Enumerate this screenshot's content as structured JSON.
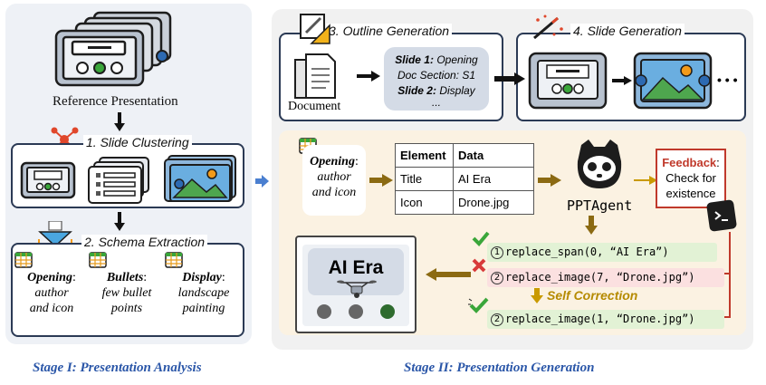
{
  "stage1": {
    "caption": "Stage I: Presentation Analysis",
    "reference_label": "Reference Presentation",
    "clustering_title": "1. Slide Clustering",
    "schema_title": "2. Schema Extraction",
    "schemas": [
      {
        "title": "Opening",
        "desc1": "author",
        "desc2": "and icon"
      },
      {
        "title": "Bullets",
        "desc1": "few bullet",
        "desc2": "points"
      },
      {
        "title": "Display",
        "desc1": "landscape",
        "desc2": "painting"
      }
    ]
  },
  "stage2": {
    "caption": "Stage II:  Presentation Generation",
    "outline_title": "3. Outline Generation",
    "slidegen_title": "4. Slide Generation",
    "document_label": "Document",
    "outline": {
      "s1_key": "Slide 1:",
      "s1_val": "Opening",
      "s1_sub": "Doc Section: S1",
      "s2_key": "Slide 2:",
      "s2_val": "Display",
      "ellipsis": "..."
    },
    "ellipsis": "• • •",
    "opening_card": {
      "title": "Opening",
      "colon": ":",
      "desc1": "author",
      "desc2": "and icon"
    },
    "table": {
      "headers": [
        "Element",
        "Data"
      ],
      "rows": [
        [
          "Title",
          "AI Era"
        ],
        [
          "Icon",
          "Drone.jpg"
        ]
      ]
    },
    "agent_label": "PPTAgent",
    "feedback": {
      "title": "Feedback",
      "colon": ":",
      "line1": "Check for",
      "line2": "existence"
    },
    "slide_title": "AI Era",
    "actions": [
      {
        "num": "1",
        "code": "replace_span(0, “AI Era”)",
        "status": "ok"
      },
      {
        "num": "2",
        "code": "replace_image(7, “Drone.jpg”)",
        "status": "error"
      },
      {
        "num": "2",
        "code": "replace_image(1, “Drone.jpg”)",
        "status": "ok"
      }
    ],
    "self_correction": "Self Correction"
  },
  "colors": {
    "panel_left": "#eef1f6",
    "panel_right": "#f1f1f1",
    "generation_bg": "#fbf2e2",
    "stage_caption": "#2a56a8",
    "arrow_brown": "#8b6a12",
    "feedback_red": "#c0392b",
    "ok_green": "#e2f2d5",
    "err_red": "#fbe0e0",
    "correction_gold": "#c99a00"
  },
  "icons": [
    "slide-stack-icon",
    "cluster-graph-icon",
    "funnel-icon",
    "table-icon",
    "pencil-ruler-icon",
    "magic-wand-icon",
    "document-icon",
    "landscape-slide-icon",
    "agent-logo-icon",
    "terminal-icon",
    "check-icon",
    "cross-icon",
    "drone-icon"
  ]
}
